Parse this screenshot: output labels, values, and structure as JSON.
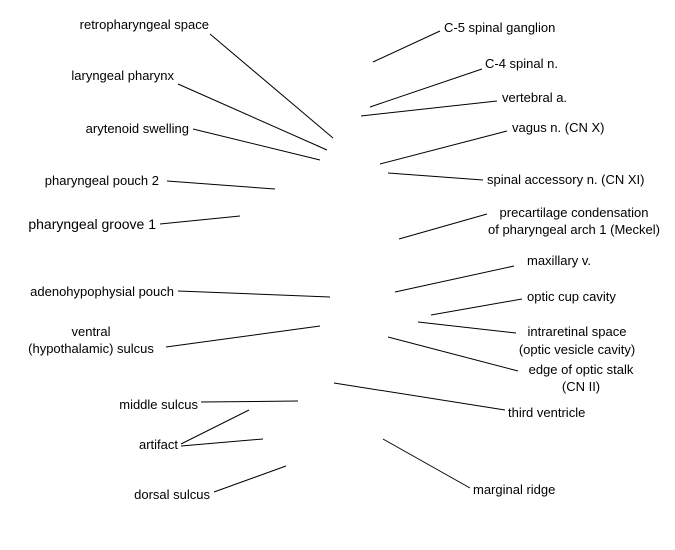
{
  "labels": {
    "retropharyngeal_space": "retropharyngeal space",
    "laryngeal_pharynx": "laryngeal pharynx",
    "arytenoid_swelling": "arytenoid swelling",
    "pharyngeal_pouch_2": "pharyngeal pouch 2",
    "pharyngeal_groove_1": "pharyngeal groove 1",
    "adenohypophysial_pouch": "adenohypophysial pouch",
    "ventral_sulcus_line1": "ventral",
    "ventral_sulcus_line2": "(hypothalamic) sulcus",
    "middle_sulcus": "middle sulcus",
    "artifact": "artifact",
    "dorsal_sulcus": "dorsal sulcus",
    "c5_spinal_ganglion": "C-5 spinal ganglion",
    "c4_spinal_n": "C-4 spinal n.",
    "vertebral_a": "vertebral a.",
    "vagus_n": "vagus n. (CN X)",
    "spinal_accessory_n": "spinal accessory n. (CN XI)",
    "precartilage_line1": "precartilage condensation",
    "precartilage_line2": "of pharyngeal arch 1 (Meckel)",
    "maxillary_v": "maxillary v.",
    "optic_cup_cavity": "optic cup cavity",
    "intraretinal_line1": "intraretinal space",
    "intraretinal_line2": "(optic vesicle cavity)",
    "optic_stalk_line1": "edge of optic stalk",
    "optic_stalk_line2": "(CN II)",
    "third_ventricle": "third ventricle",
    "marginal_ridge": "marginal ridge"
  }
}
